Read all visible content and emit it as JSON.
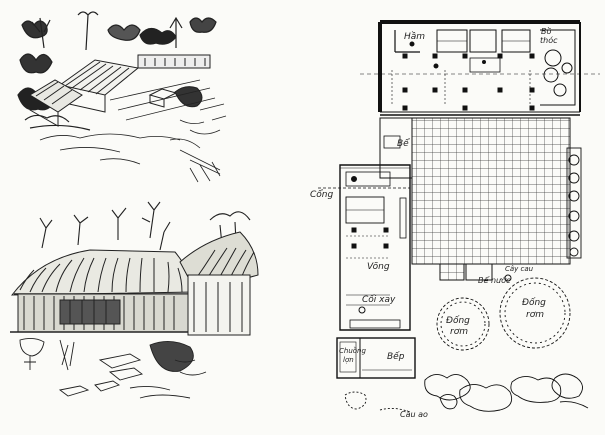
{
  "plan": {
    "labels": {
      "ham": "Hầm",
      "bo_thoc_1": "Bồ",
      "bo_thoc_2": "thóc",
      "be_top": "Bể",
      "cong": "Cổng",
      "vong": "Võng",
      "coi_xay": "Cối xay",
      "be_nuoc": "Bể nước",
      "cay_cau": "Cây cau",
      "dong_rom_1a": "Đống",
      "dong_rom_1b": "rơm",
      "dong_rom_2a": "Đống",
      "dong_rom_2b": "rơm",
      "chuong_lon_1": "Chuồng",
      "chuong_lon_2": "lợn",
      "bep": "Bếp",
      "cau_ao": "Cầu ao"
    }
  },
  "sketches": {
    "top": "aerial-village-sketch",
    "bottom": "thatched-house-sketch"
  },
  "colors": {
    "ink": "#222222",
    "paper": "#fbfbf8",
    "wall": "#111111"
  }
}
